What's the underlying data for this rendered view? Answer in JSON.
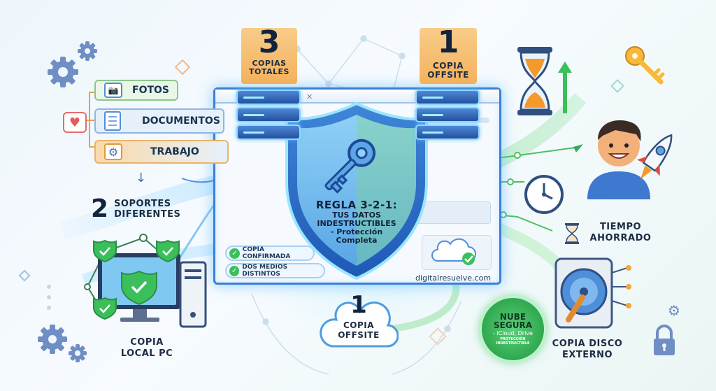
{
  "top_left": {
    "number": "3",
    "label": "Copias\nTotales"
  },
  "top_right": {
    "number": "1",
    "label": "Copia\nOffsite"
  },
  "data_types": [
    {
      "label": "FOTOS",
      "icon": "camera-icon"
    },
    {
      "label": "DOCUMENTOS",
      "icon": "document-icon"
    },
    {
      "label": "TRABAJO",
      "icon": "gear-icon"
    }
  ],
  "supports": {
    "number": "2",
    "label": "Soportes\nDiferentes"
  },
  "shield": {
    "title": "REGLA 3-2-1:",
    "line1": "TUS DATOS",
    "line2": "INDESTRUCTIBLES",
    "line3": "- Protección",
    "line4": "Completa"
  },
  "checks": [
    "Copia Confirmada",
    "Dos Medios Distintos"
  ],
  "website": "digitalresuelve.com",
  "offsite_bottom": {
    "number": "1",
    "label": "Copia\nOffsite"
  },
  "cloud_badge": {
    "title": "NUBE",
    "title2": "SEGURA",
    "sub": "- iCloud, Drive",
    "small": "PROTECCIÓN\nINDESTRUCTIBLE"
  },
  "local_pc": {
    "label": "Copia\nLocal PC"
  },
  "disk": {
    "label": "Copia Disco\nExterno"
  },
  "time_saved": {
    "label": "Tiempo\nAhorrado"
  },
  "colors": {
    "accent_blue": "#2f6fd0",
    "accent_green": "#3bbf5a",
    "accent_orange": "#f39a2b",
    "navy_text": "#12243d"
  }
}
